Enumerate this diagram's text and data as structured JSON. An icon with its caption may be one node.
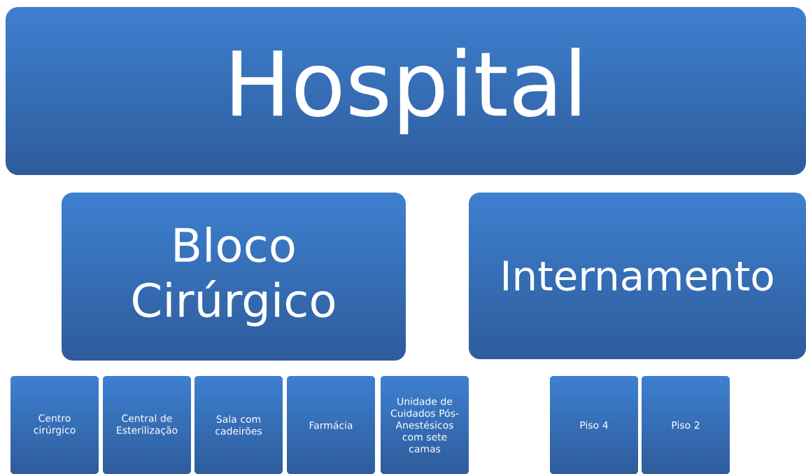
{
  "diagram": {
    "nodes": [
      {
        "text": [
          "Hospital"
        ]
      },
      {
        "text": [
          "Bloco Cirúrgico"
        ]
      },
      {
        "text": [
          "Internamento"
        ]
      },
      {
        "text": [
          "Centro cirúrgico"
        ]
      },
      {
        "text": [
          "Central de Esterilização"
        ]
      },
      {
        "text": [
          "Sala com cadeirões"
        ]
      },
      {
        "text": [
          "Farmácia"
        ]
      },
      {
        "text": [
          "Unidade de Cuidados Pós-Anestésicos com sete camas"
        ]
      },
      {
        "text": [
          "Piso 4"
        ]
      },
      {
        "text": [
          "Piso 2"
        ]
      }
    ]
  }
}
